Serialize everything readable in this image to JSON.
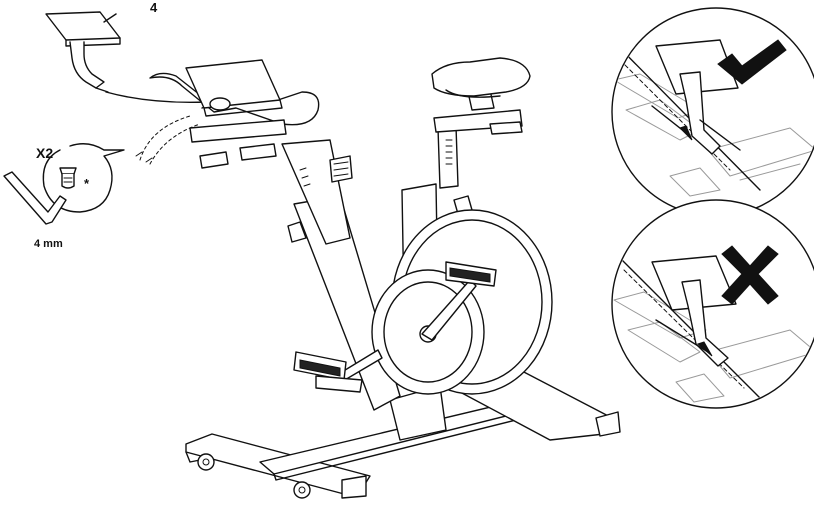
{
  "labels": {
    "part_number": "4",
    "quantity": "X2",
    "asterisk": "*",
    "tool_size": "4 mm"
  },
  "callouts": {
    "correct": {
      "icon": "checkmark-icon"
    },
    "incorrect": {
      "icon": "cross-icon"
    }
  },
  "colors": {
    "line": "#111111",
    "ghost": "#9a9a9a",
    "background": "#ffffff"
  }
}
